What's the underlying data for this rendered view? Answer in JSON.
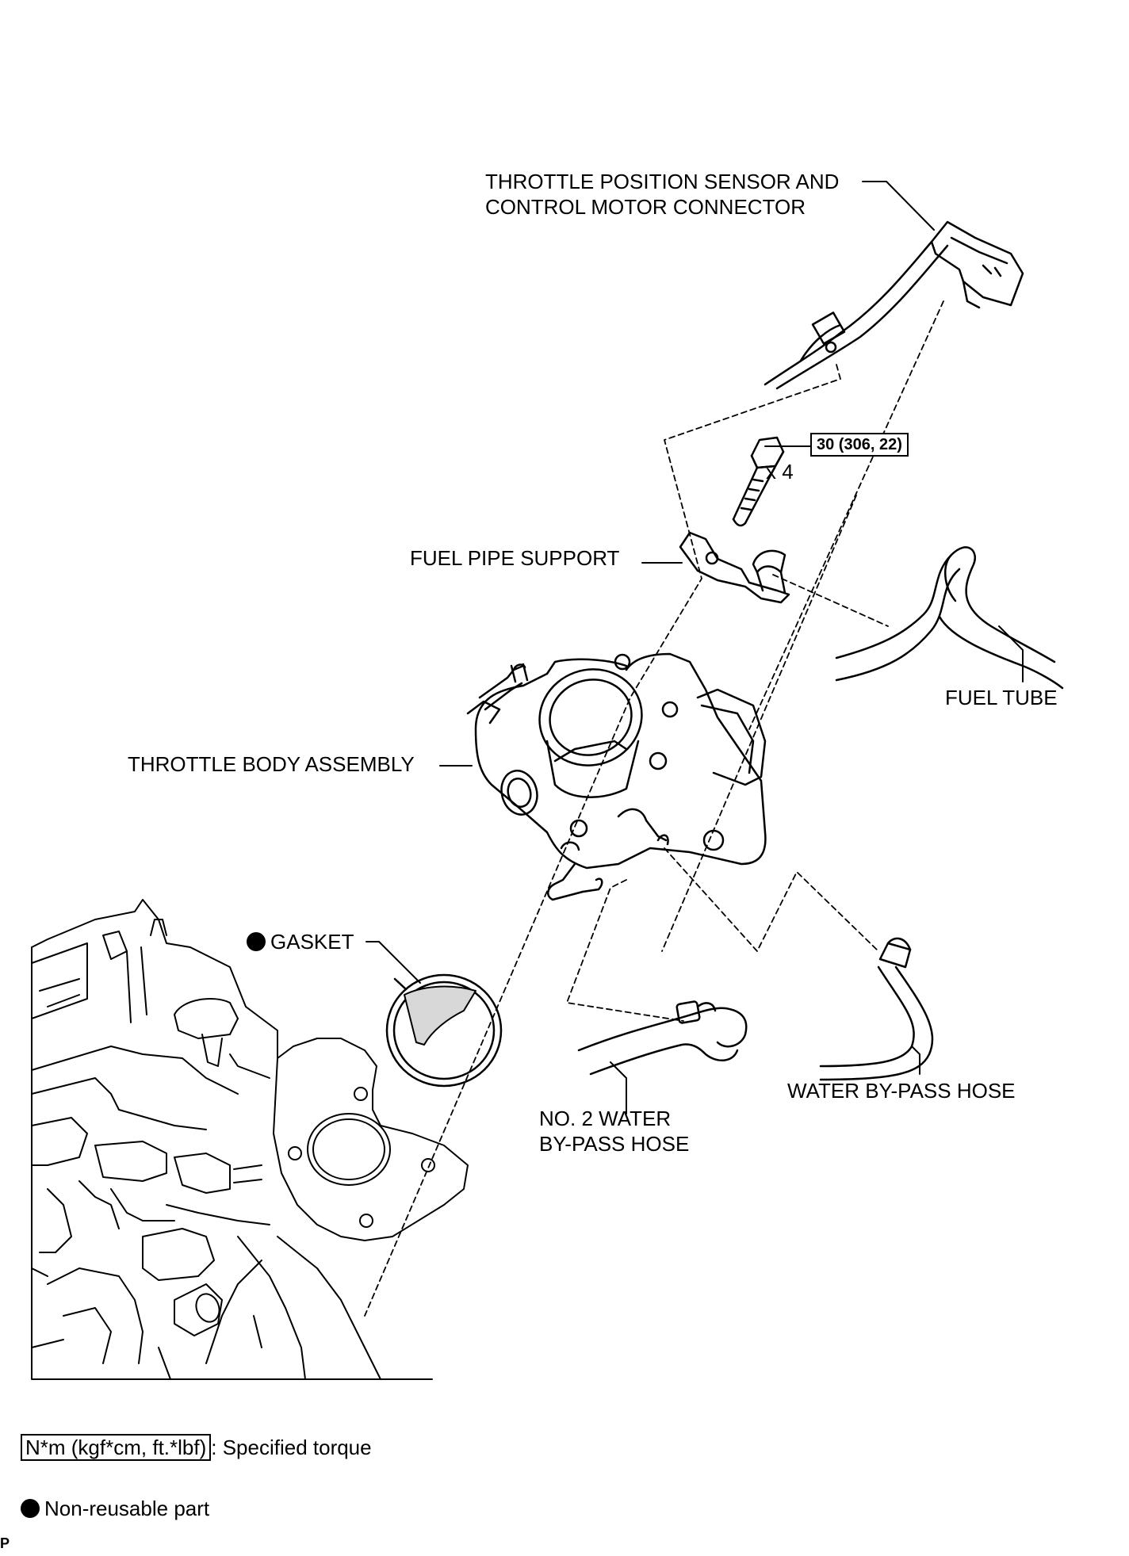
{
  "labels": {
    "tp_sensor": "THROTTLE POSITION SENSOR AND\nCONTROL MOTOR CONNECTOR",
    "torque_value": "30 (306, 22)",
    "bolt_qty": "x 4",
    "fuel_pipe_support": "FUEL PIPE SUPPORT",
    "fuel_tube": "FUEL TUBE",
    "throttle_body": "THROTTLE BODY ASSEMBLY",
    "gasket": "GASKET",
    "no2_water": "NO. 2 WATER\nBY-PASS HOSE",
    "water_bypass": "WATER BY-PASS HOSE"
  },
  "legend": {
    "torque_unit": "N*m (kgf*cm, ft.*lbf)",
    "torque_text": ": Specified torque",
    "nonreusable_text": "Non-reusable part"
  },
  "corner_mark": "P"
}
